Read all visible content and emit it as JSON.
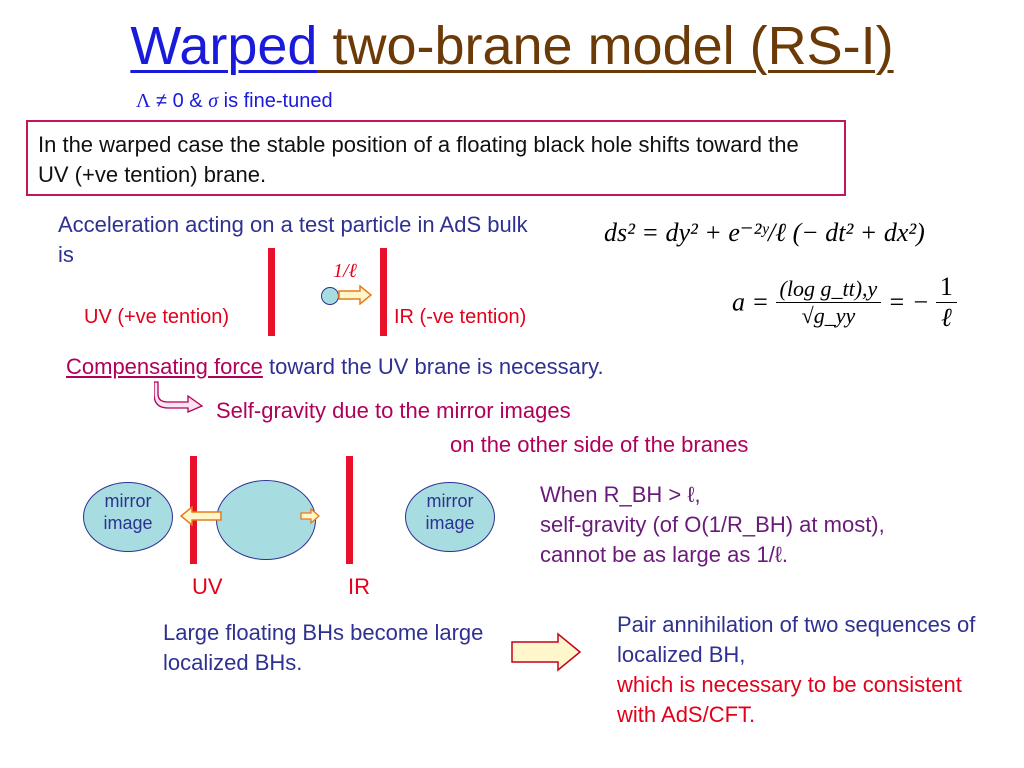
{
  "title": {
    "part1": "Warped",
    "part2": " two-brane model (RS-I)"
  },
  "subtitle": {
    "lambda": "Λ",
    "neq": " ≠ 0 & ",
    "sigma": "σ",
    "rest": " is fine-tuned"
  },
  "box_text": "In the warped case the stable position of a floating black hole shifts toward the UV (+ve tention) brane.",
  "accel_text": "Acceleration acting on a test particle in AdS bulk is",
  "diagram1": {
    "uv_label": "UV (+ve tention)",
    "ir_label": "IR (-ve tention)",
    "one_over_l": "1/ℓ"
  },
  "metric_eq": "ds² = dy² + e⁻²ʸ/ℓ (− dt² + dx²)",
  "accel_eq": {
    "a": "a =",
    "numerator": "(log g_tt),y",
    "denominator": "√g_yy",
    "rhs": "= −",
    "rhs_num": "1",
    "rhs_den": "ℓ"
  },
  "compensating": {
    "underlined": "Compensating force",
    "rest": " toward the UV brane is necessary."
  },
  "self_gravity": {
    "line1": "Self-gravity due to the mirror images",
    "line2": "on the other side of the branes"
  },
  "diagram2": {
    "mirror_left": "mirror image",
    "mirror_right": "mirror image",
    "uv": "UV",
    "ir": "IR"
  },
  "when_text": {
    "line1": "When R_BH > ℓ,",
    "line2": "self-gravity (of O(1/R_BH) at most),",
    "line3": "cannot be as large as 1/ℓ."
  },
  "large_text": "Large floating BHs become large localized BHs.",
  "pair_text": {
    "line1": "Pair annihilation of two sequences of localized BH,",
    "line2": "which is necessary to be consistent with AdS/CFT."
  },
  "colors": {
    "title_blue": "#1a1adb",
    "title_brown": "#6b3a07",
    "text_blue": "#2e3192",
    "brane_red": "#e8102a",
    "magenta": "#b0005a",
    "purple": "#6a1b7a",
    "ellipse_fill": "#a7dde0"
  }
}
